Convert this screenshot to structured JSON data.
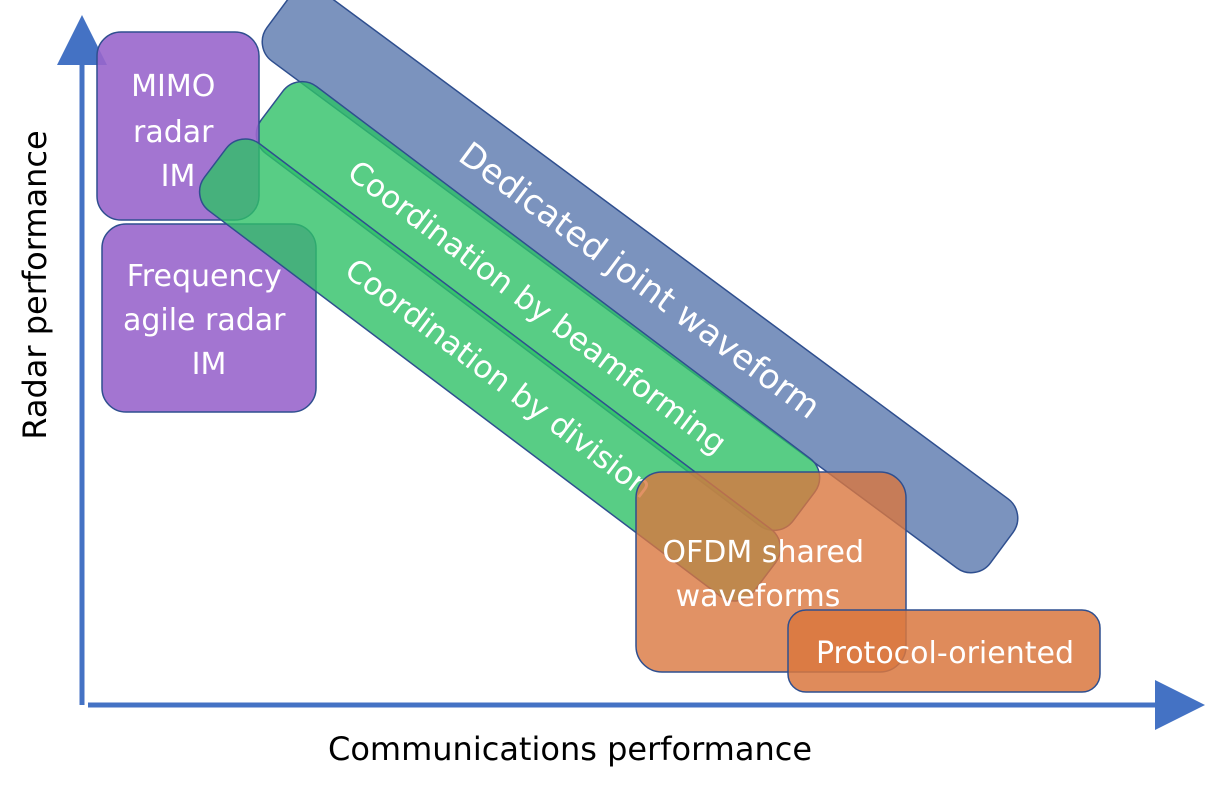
{
  "axes": {
    "x_label": "Communications performance",
    "y_label": "Radar performance"
  },
  "regions": {
    "mimo": {
      "lines": [
        "MIMO",
        "radar",
        "IM"
      ],
      "color": "#9966cc"
    },
    "freq_agile": {
      "lines": [
        "Frequency",
        "agile radar",
        "IM"
      ],
      "color": "#9966cc"
    },
    "dedicated": {
      "label": "Dedicated joint waveform",
      "color": "#4f6fa8"
    },
    "beamforming": {
      "label": "Coordination by beamforming",
      "color": "#2ec066"
    },
    "division": {
      "label": "Coordination by division",
      "color": "#2ec066"
    },
    "ofdm": {
      "lines": [
        "OFDM shared",
        "waveforms"
      ],
      "color": "#d9773e"
    },
    "protocol": {
      "label": "Protocol-oriented",
      "color": "#d9773e"
    }
  },
  "colors": {
    "axis": "#4472c4",
    "outline": "#2f4f8f"
  }
}
